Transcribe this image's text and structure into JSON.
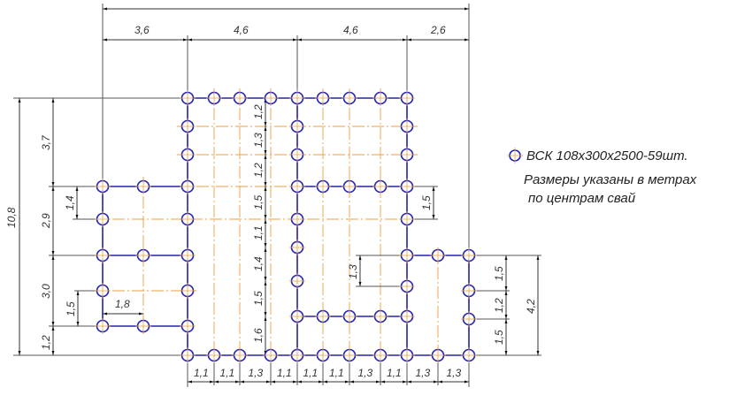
{
  "drawing": {
    "top_dims": [
      "3,6",
      "4,6",
      "4,6",
      "2,6"
    ],
    "overall_height": "10,8",
    "left_chain": [
      "3,7",
      "2,9",
      "3,0",
      "1,2"
    ],
    "left_inner": {
      "a": "1,4",
      "b": "1,5",
      "c": "1,8"
    },
    "middle_chain": [
      "1,2",
      "1,3",
      "1,2",
      "1,5",
      "1,1",
      "1,4",
      "1,5",
      "1,6"
    ],
    "right_inner": {
      "a": "1,5",
      "b": "1,3"
    },
    "right_chain": [
      "1,5",
      "1,2",
      "1,5"
    ],
    "right_total": "4,2",
    "bottom_chain": [
      "1,1",
      "1,1",
      "1,3",
      "1,1",
      "1,1",
      "1,1",
      "1,3",
      "1,1",
      "1,3",
      "1,3"
    ]
  },
  "legend": {
    "pile_label": "ВСК 108x300x2500-59шт.",
    "note_line1": "Размеры указаны в метрах",
    "note_line2": "по центрам свай"
  },
  "colors": {
    "pile": "#2222bb",
    "centerline": "#e8a040"
  }
}
